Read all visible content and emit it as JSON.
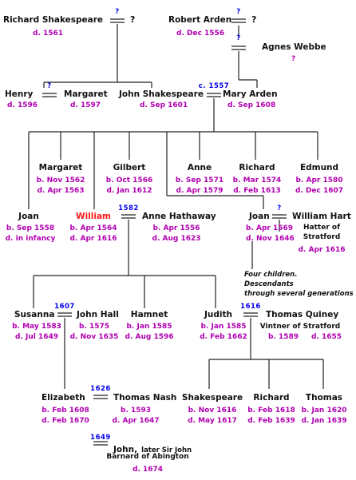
{
  "richard_shakespeare": {
    "name": "Richard Shakespeare",
    "date": "d. 1561",
    "spouse": "?",
    "marriage": "?"
  },
  "robert_arden": {
    "name": "Robert Arden",
    "date": "d. Dec 1556",
    "spouse": "?",
    "marriage": "?"
  },
  "agnes_webbe": {
    "name": "Agnes Webbe",
    "date": "?",
    "marriage": "?"
  },
  "henry": {
    "name": "Henry",
    "date": "d. 1596",
    "marriage": "?"
  },
  "margaret_sr": {
    "name": "Margaret",
    "date": "d. 1597"
  },
  "john_shakespeare": {
    "name": "John Shakespeare",
    "date": "d. Sep 1601",
    "marriage": "c. 1557"
  },
  "mary_arden": {
    "name": "Mary Arden",
    "date": "d. Sep 1608"
  },
  "margaret": {
    "name": "Margaret",
    "born": "b. Nov 1562",
    "died": "d. Apr 1563"
  },
  "gilbert": {
    "name": "Gilbert",
    "born": "b. Oct 1566",
    "died": "d. Jan 1612"
  },
  "anne": {
    "name": "Anne",
    "born": "b. Sep 1571",
    "died": "d. Apr 1579"
  },
  "richard": {
    "name": "Richard",
    "born": "b. Mar 1574",
    "died": "d. Feb 1613"
  },
  "edmund": {
    "name": "Edmund",
    "born": "b. Apr 1580",
    "died": "d. Dec 1607"
  },
  "joan_sr": {
    "name": "Joan",
    "born": "b. Sep 1558",
    "died": "d. in infancy"
  },
  "william": {
    "name": "William",
    "born": "b. Apr 1564",
    "died": "d. Apr 1616",
    "marriage": "1582"
  },
  "anne_hathaway": {
    "name": "Anne Hathaway",
    "born": "b. Apr 1556",
    "died": "d. Aug 1623"
  },
  "joan": {
    "name": "Joan",
    "born": "b. Apr 1569",
    "died": "d. Nov 1646",
    "marriage": "?"
  },
  "william_hart": {
    "name": "William Hart",
    "occ1": "Hatter of",
    "occ2": "Stratford",
    "died": "d. Apr 1616"
  },
  "note": {
    "line1": "Four children.",
    "line2": "Descendants",
    "line3": "through several generations"
  },
  "susanna": {
    "name": "Susanna",
    "born": "b. May 1583",
    "died": "d. Jul 1649",
    "marriage": "1607"
  },
  "john_hall": {
    "name": "John Hall",
    "born": "b. 1575",
    "died": "d. Nov 1635"
  },
  "hamnet": {
    "name": "Hamnet",
    "born": "b. Jan 1585",
    "died": "d. Aug 1596"
  },
  "judith": {
    "name": "Judith",
    "born": "b. Jan 1585",
    "died": "d. Feb 1662",
    "marriage": "1616"
  },
  "thomas_quiney": {
    "name": "Thomas Quiney",
    "occ": "Vintner of Stratford",
    "born": "b. 1589",
    "died": "d. 1655"
  },
  "elizabeth": {
    "name": "Elizabeth",
    "born": "b. Feb 1608",
    "died": "d. Feb 1670",
    "marriage": "1626"
  },
  "thomas_nash": {
    "name": "Thomas Nash",
    "born": "b. 1593",
    "died": "d. Apr 1647"
  },
  "shakespeare_q": {
    "name": "Shakespeare",
    "born": "b. Nov 1616",
    "died": "d. May 1617"
  },
  "richard_q": {
    "name": "Richard",
    "born": "b. Feb 1618",
    "died": "d. Feb 1639"
  },
  "thomas_q": {
    "name": "Thomas",
    "born": "b. Jan 1620",
    "died": "d. Jan 1639"
  },
  "john_barnard": {
    "name": "John,",
    "suffix": "later Sir John",
    "line2": "Barnard of Abington",
    "died": "d. 1674",
    "marriage": "1649"
  }
}
